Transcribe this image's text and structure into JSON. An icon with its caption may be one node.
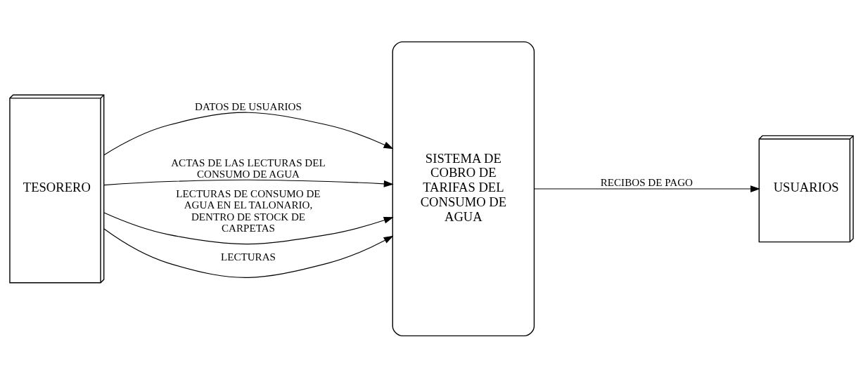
{
  "diagram": {
    "nodes": [
      {
        "text": [
          "TESORERO"
        ]
      },
      {
        "text": [
          "SISTEMA DE COBRO DE TARIFAS DEL CONSUMO DE AGUA"
        ]
      },
      {
        "text": [
          "USUARIOS"
        ]
      }
    ],
    "edges": [
      {
        "from": 0,
        "to": 1,
        "arrow": "to",
        "label": "DATOS DE USUARIOS"
      },
      {
        "from": 0,
        "to": 1,
        "arrow": "to",
        "label": "ACTAS DE LAS LECTURAS DEL CONSUMO DE AGUA"
      },
      {
        "from": 0,
        "to": 1,
        "arrow": "to",
        "label": "LECTURAS DE CONSUMO DE AGUA EN EL TALONARIO, DENTRO DE STOCK DE CARPETAS"
      },
      {
        "from": 0,
        "to": 1,
        "arrow": "to",
        "label": "LECTURAS"
      },
      {
        "from": 1,
        "to": 2,
        "arrow": "to",
        "label": "RECIBOS DE PAGO"
      }
    ]
  }
}
